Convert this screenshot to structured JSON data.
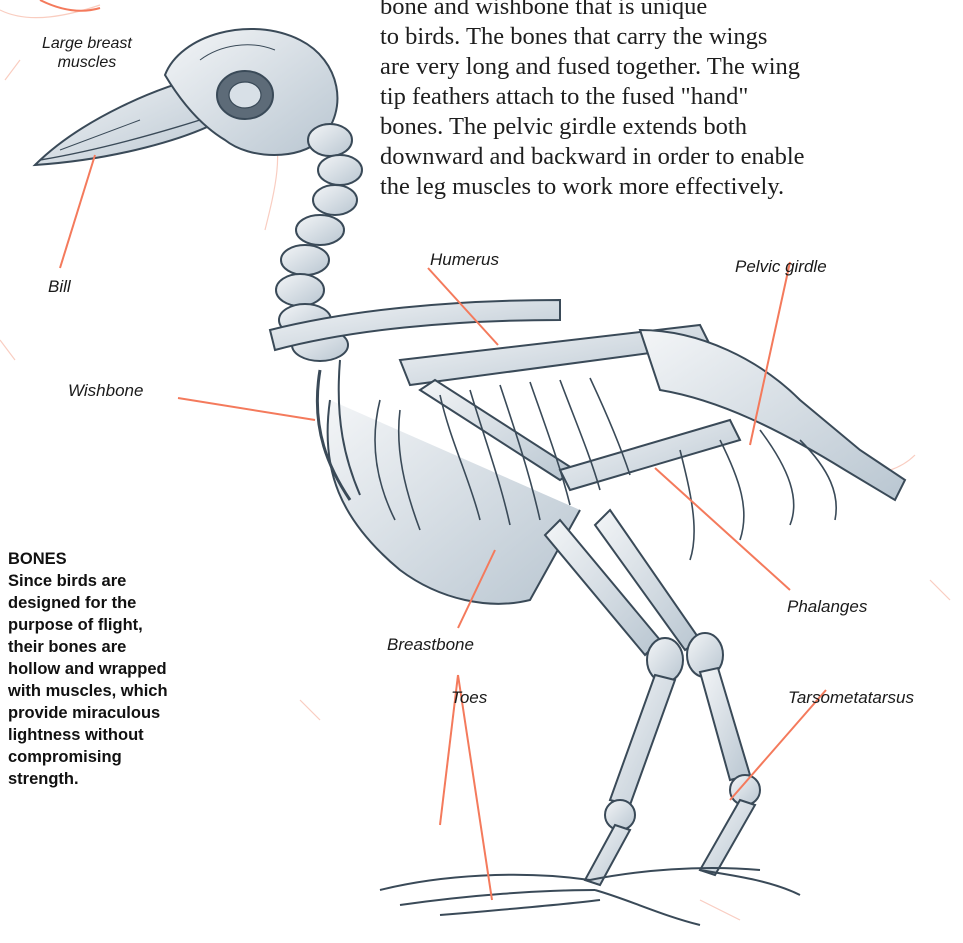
{
  "intro_lines": [
    "bone and wishbone that is unique",
    "to birds. The bones that carry the wings",
    "are very long and fused together. The wing",
    "tip feathers attach to the fused \"hand\"",
    "bones. The pelvic girdle extends both",
    "downward and backward in order to enable",
    "the leg muscles to work more effectively."
  ],
  "labels": {
    "large_breast_muscles": [
      "Large breast",
      "muscles"
    ],
    "bill": "Bill",
    "wishbone": "Wishbone",
    "humerus": "Humerus",
    "pelvic_girdle": "Pelvic girdle",
    "phalanges": "Phalanges",
    "breastbone": "Breastbone",
    "toes": "Toes",
    "tarsometatarsus": "Tarsometatarsus"
  },
  "sidebar": {
    "heading": "BONES",
    "body_lines": [
      "Since birds are",
      "designed for the",
      "purpose of flight,",
      "their bones are",
      "hollow and wrapped",
      "with muscles, which",
      "provide miraculous",
      "lightness without",
      "compromising",
      "strength."
    ]
  },
  "colors": {
    "leader_line": "#f47a5c",
    "bone_stroke": "#3a4a58",
    "bone_shade": "#8fa2b3"
  }
}
